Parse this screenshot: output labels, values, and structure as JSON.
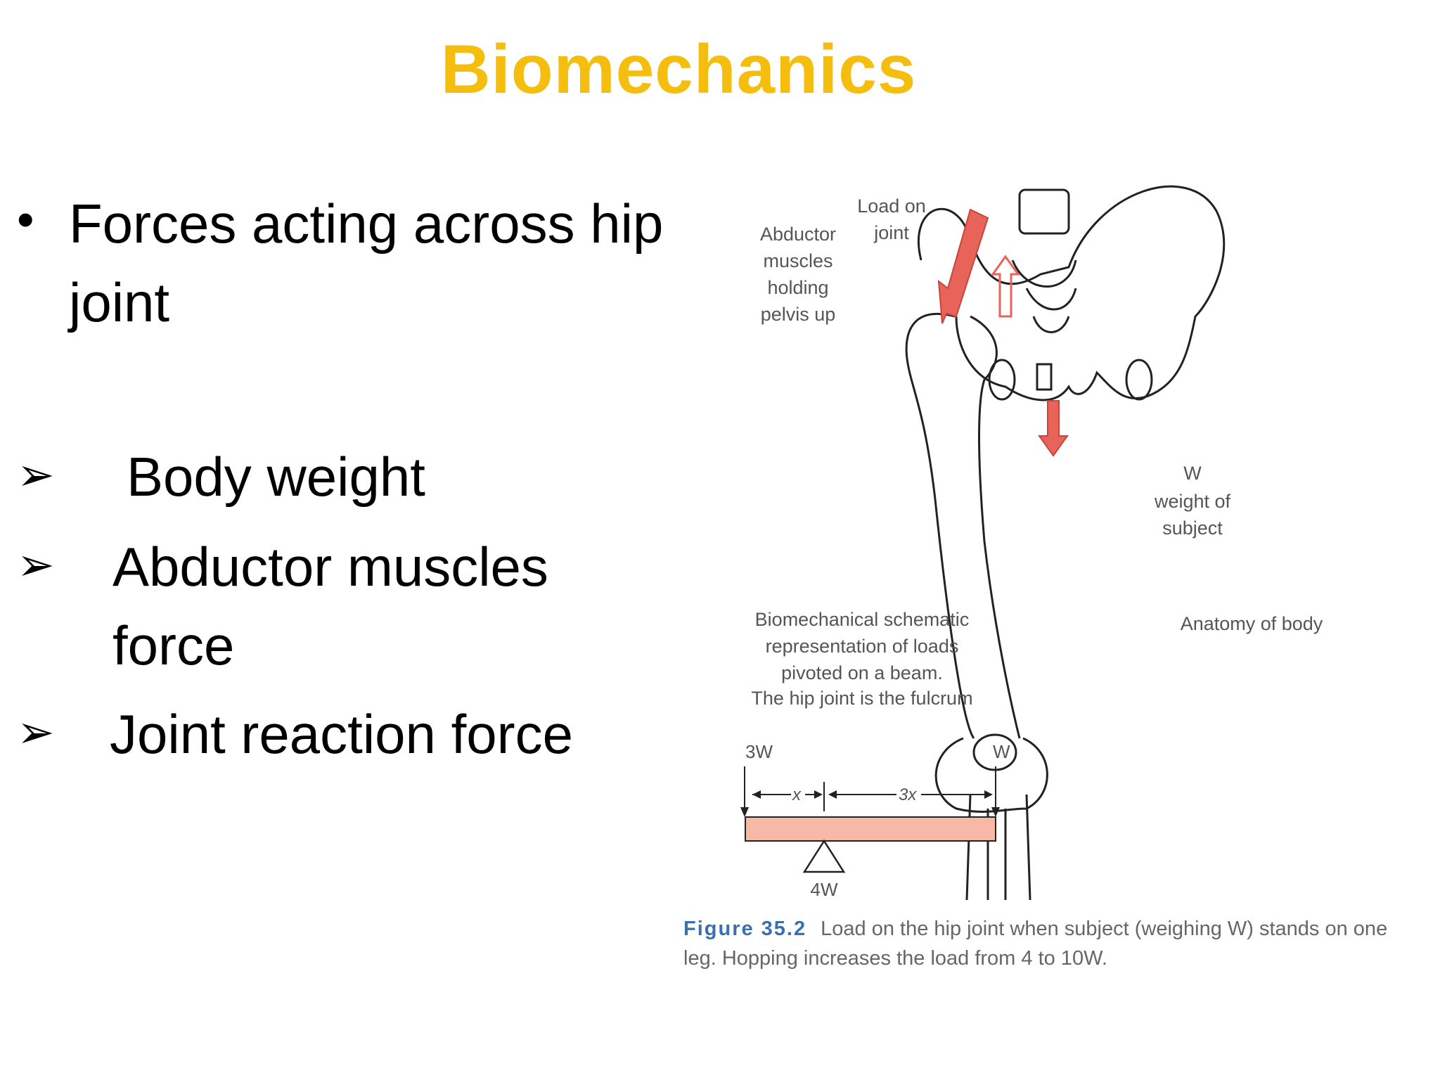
{
  "title": "Biomechanics",
  "bullet": "Forces acting across hip joint",
  "items": [
    {
      "text": "Body weight"
    },
    {
      "text": "Abductor muscles force"
    },
    {
      "text": "Joint reaction force"
    }
  ],
  "figure": {
    "abductor_label": [
      "Abductor",
      "muscles",
      "holding",
      "pelvis up"
    ],
    "load_label": [
      "Load on",
      "joint"
    ],
    "w_label": "W",
    "weight_label": [
      "weight of",
      "subject"
    ],
    "anatomy_label": "Anatomy of body",
    "schematic_label": [
      "Biomechanical schematic",
      "representation of loads",
      "pivoted on a beam.",
      "The hip joint is the fulcrum"
    ],
    "beam": {
      "left_force": "3W",
      "right_force": "W",
      "left_distance": "x",
      "right_distance": "3x",
      "fulcrum_force": "4W"
    },
    "caption_label": "Figure 35.2",
    "caption_text": "Load on the hip joint when subject (weighing W) stands on one leg. Hopping increases the load from 4 to 10W."
  },
  "colors": {
    "title": "#f5bd0e",
    "arrow_red": "#e8635a",
    "beam_fill": "#f7b9a6",
    "caption_label": "#3b6fb0"
  }
}
